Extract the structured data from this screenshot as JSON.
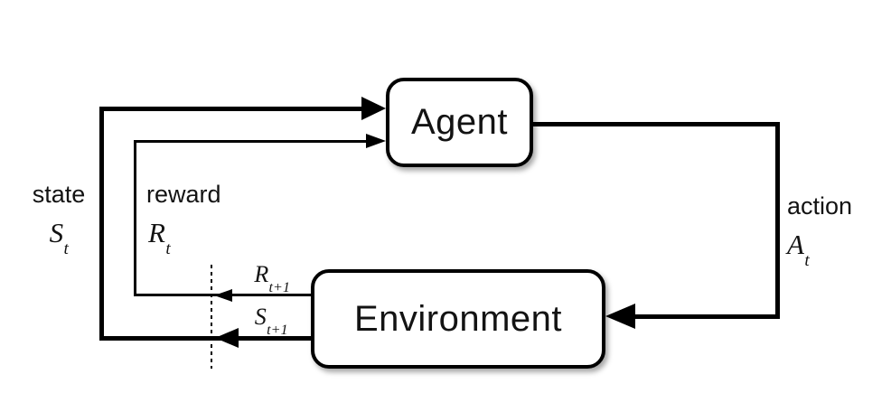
{
  "figure": {
    "name": "agent-environment-interaction-diagram",
    "background": "#ffffff",
    "ink": "#000000"
  },
  "nodes": {
    "agent": {
      "label": "Agent"
    },
    "environment": {
      "label": "Environment"
    }
  },
  "labels": {
    "state": {
      "word": "state",
      "symbol": "S",
      "subscript": "t"
    },
    "reward": {
      "word": "reward",
      "symbol": "R",
      "subscript": "t"
    },
    "action": {
      "word": "action",
      "symbol": "A",
      "subscript": "t"
    },
    "next_reward": {
      "symbol": "R",
      "subscript": "t+1"
    },
    "next_state": {
      "symbol": "S",
      "subscript": "t+1"
    }
  }
}
